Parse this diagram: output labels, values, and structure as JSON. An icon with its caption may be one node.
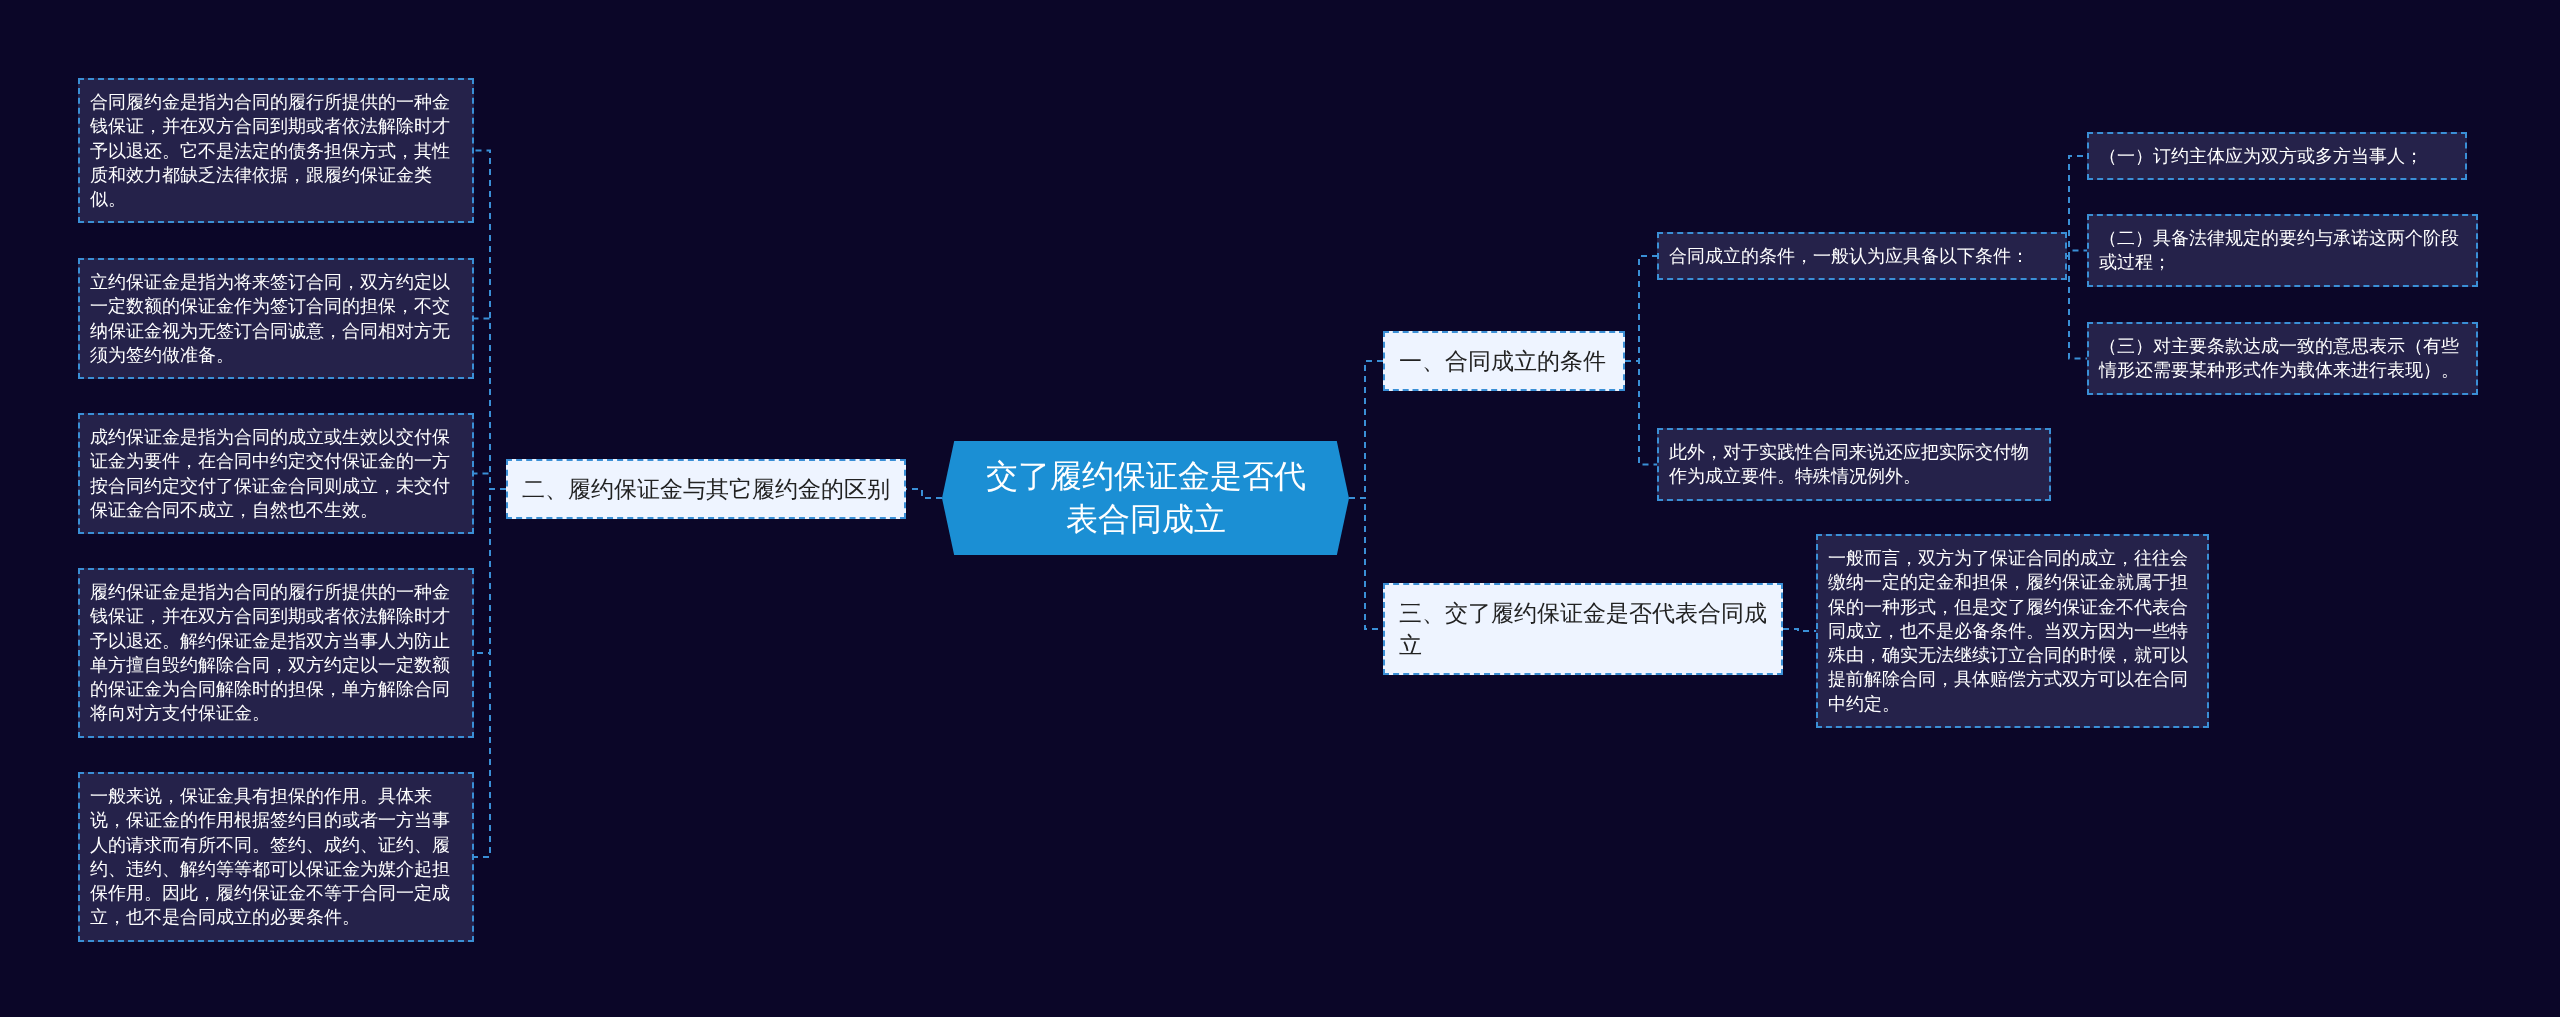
{
  "diagram": {
    "nodes": [
      {
        "text": [
          "交了履约保证金是否代表合同成立"
        ]
      },
      {
        "text": [
          "二、履约保证金与其它履约金的区别"
        ]
      },
      {
        "text": [
          "合同履约金是指为合同的履行所提供的一种金钱保证，并在双方合同到期或者依法解除时才予以退还。它不是法定的债务担保方式，其性质和效力都缺乏法律依据，跟履约保证金类似。"
        ]
      },
      {
        "text": [
          "立约保证金是指为将来签订合同，双方约定以一定数额的保证金作为签订合同的担保，不交纳保证金视为无签订合同诚意，合同相对方无须为签约做准备。"
        ]
      },
      {
        "text": [
          "成约保证金是指为合同的成立或生效以交付保证金为要件，在合同中约定交付保证金的一方按合同约定交付了保证金合同则成立，未交付保证金合同不成立，自然也不生效。"
        ]
      },
      {
        "text": [
          "履约保证金是指为合同的履行所提供的一种金钱保证，并在双方合同到期或者依法解除时才予以退还。解约保证金是指双方当事人为防止单方擅自毁约解除合同，双方约定以一定数额的保证金为合同解除时的担保，单方解除合同将向对方支付保证金。"
        ]
      },
      {
        "text": [
          "一般来说，保证金具有担保的作用。具体来说，保证金的作用根据签约目的或者一方当事人的请求而有所不同。签约、成约、证约、履约、违约、解约等等都可以保证金为媒介起担保作用。因此，履约保证金不等于合同一定成立，也不是合同成立的必要条件。"
        ]
      },
      {
        "text": [
          "一、合同成立的条件"
        ]
      },
      {
        "text": [
          "合同成立的条件，一般认为应具备以下条件："
        ]
      },
      {
        "text": [
          "（一）订约主体应为双方或多方当事人；"
        ]
      },
      {
        "text": [
          "（二）具备法律规定的要约与承诺这两个阶段或过程；"
        ]
      },
      {
        "text": [
          "（三）对主要条款达成一致的意思表示（有些情形还需要某种形式作为载体来进行表现）。"
        ]
      },
      {
        "text": [
          "此外，对于实践性合同来说还应把实际交付物作为成立要件。特殊情况例外。"
        ]
      },
      {
        "text": [
          "三、交了履约保证金是否代表合同成立"
        ]
      },
      {
        "text": [
          "一般而言，双方为了保证合同的成立，往往会缴纳一定的定金和担保，履约保证金就属于担保的一种形式，但是交了履约保证金不代表合同成立，也不是必备条件。当双方因为一些特殊由，确实无法继续订立合同的时候，就可以提前解除合同，具体赔偿方式双方可以在合同中约定。"
        ]
      }
    ],
    "edges": [
      {
        "from": 0,
        "to": 1,
        "arrow": "none"
      },
      {
        "from": 1,
        "to": 2,
        "arrow": "none"
      },
      {
        "from": 1,
        "to": 3,
        "arrow": "none"
      },
      {
        "from": 1,
        "to": 4,
        "arrow": "none"
      },
      {
        "from": 1,
        "to": 5,
        "arrow": "none"
      },
      {
        "from": 1,
        "to": 6,
        "arrow": "none"
      },
      {
        "from": 0,
        "to": 7,
        "arrow": "none"
      },
      {
        "from": 7,
        "to": 8,
        "arrow": "none"
      },
      {
        "from": 8,
        "to": 9,
        "arrow": "none"
      },
      {
        "from": 8,
        "to": 10,
        "arrow": "none"
      },
      {
        "from": 8,
        "to": 11,
        "arrow": "none"
      },
      {
        "from": 7,
        "to": 12,
        "arrow": "none"
      },
      {
        "from": 0,
        "to": 13,
        "arrow": "none"
      },
      {
        "from": 13,
        "to": 14,
        "arrow": "none"
      }
    ]
  }
}
